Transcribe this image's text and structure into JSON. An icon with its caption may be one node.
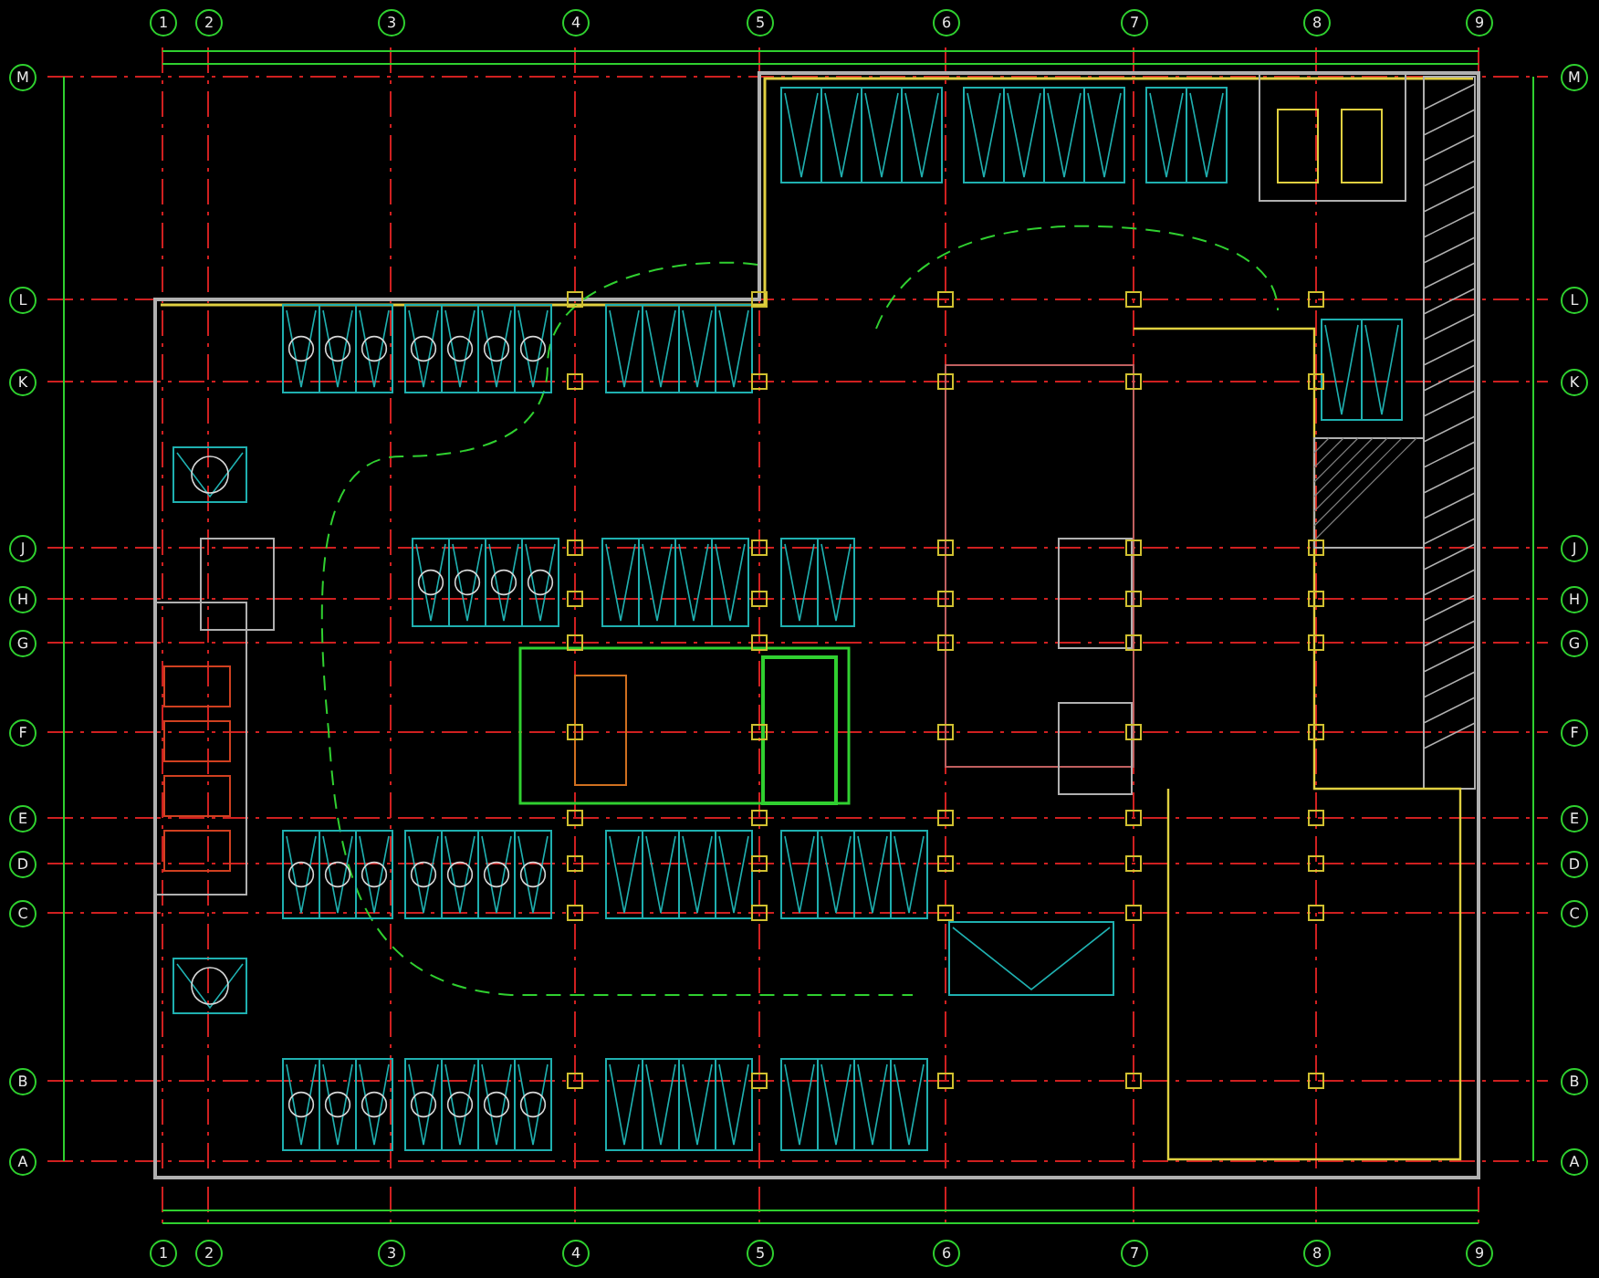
{
  "diagram": {
    "labels": [
      "1",
      "2",
      "3",
      "4",
      "5",
      "6",
      "7",
      "8",
      "9",
      "M",
      "M",
      "L",
      "L",
      "K",
      "K",
      "J",
      "J",
      "H",
      "H",
      "G",
      "G",
      "F",
      "F",
      "E",
      "E",
      "D",
      "D",
      "C",
      "C",
      "B",
      "B",
      "A",
      "A",
      "1",
      "2",
      "3",
      "4",
      "5",
      "6",
      "7",
      "8",
      "9"
    ]
  }
}
